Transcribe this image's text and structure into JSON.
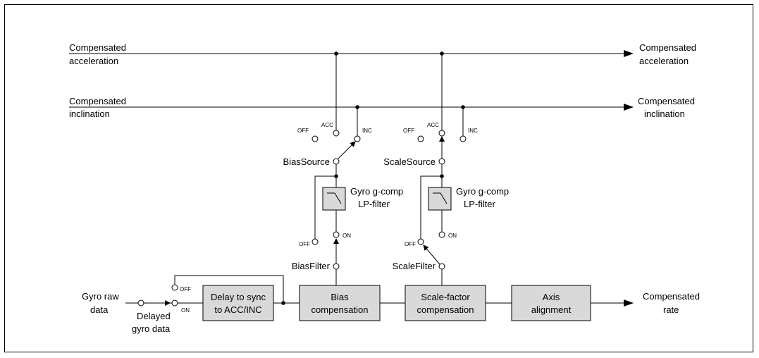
{
  "inputs": {
    "comp_accel": [
      "Compensated",
      "acceleration"
    ],
    "comp_incl": [
      "Compensated",
      "inclination"
    ],
    "gyro_raw": [
      "Gyro raw",
      "data"
    ],
    "delayed_gyro": [
      "Delayed",
      "gyro data"
    ]
  },
  "outputs": {
    "comp_accel": [
      "Compensated",
      "acceleration"
    ],
    "comp_incl": [
      "Compensated",
      "inclination"
    ],
    "comp_rate": [
      "Compensated",
      "rate"
    ]
  },
  "blocks": {
    "delay_sync": [
      "Delay to sync",
      "to ACC/INC"
    ],
    "bias_comp": [
      "Bias",
      "compensation"
    ],
    "scale_comp": [
      "Scale-factor",
      "compensation"
    ],
    "axis_align": [
      "Axis",
      "alignment"
    ],
    "lp_filter": [
      "Gyro g-comp",
      "LP-filter"
    ]
  },
  "switch_labels": {
    "bias_source": "BiasSource",
    "scale_source": "ScaleSource",
    "bias_filter": "BiasFilter",
    "scale_filter": "ScaleFilter"
  },
  "options": {
    "off": "OFF",
    "on": "ON",
    "acc": "ACC",
    "inc": "INC"
  }
}
